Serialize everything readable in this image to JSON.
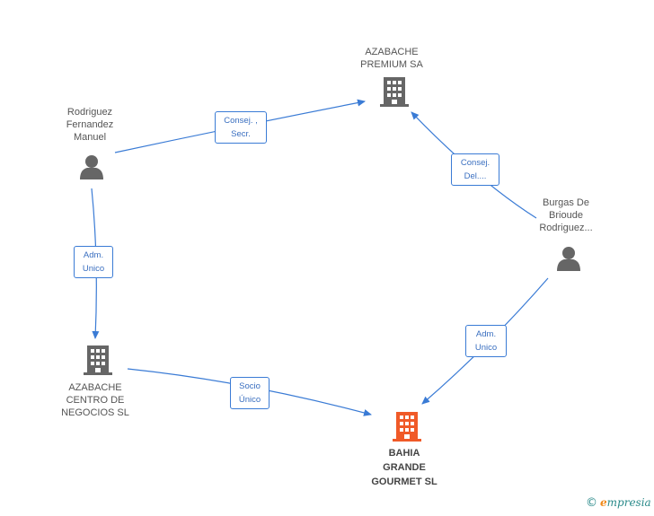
{
  "nodes": {
    "rodriguez": {
      "label": "Rodriguez\nFernandez\nManuel",
      "type": "person"
    },
    "azabache_premium": {
      "label": "AZABACHE\nPREMIUM SA",
      "type": "company"
    },
    "burgas": {
      "label": "Burgas De\nBrioude\nRodriguez...",
      "type": "person"
    },
    "azabache_centro": {
      "label": "AZABACHE\nCENTRO DE\nNEGOCIOS SL",
      "type": "company"
    },
    "bahia": {
      "label": "BAHIA\nGRANDE\nGOURMET SL",
      "type": "company-focus"
    }
  },
  "edges": {
    "e1": "Consej. ,\nSecr.",
    "e2": "Consej.\nDel....",
    "e3": "Adm.\nUnico",
    "e4": "Adm.\nUnico",
    "e5": "Socio\nÚnico"
  },
  "colors": {
    "arrow": "#3a7bd5",
    "icon_gray": "#666666",
    "icon_focus": "#f05a28"
  },
  "footer": {
    "copyright": "©",
    "brand_e": "e",
    "brand_rest": "mpresia"
  }
}
